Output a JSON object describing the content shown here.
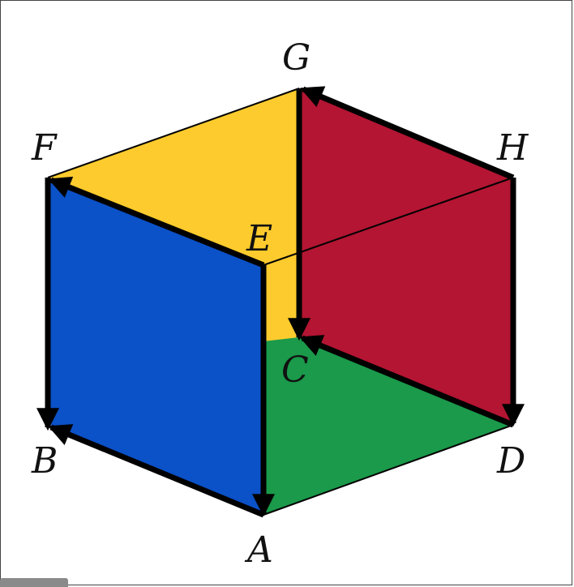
{
  "colors": {
    "face_top": "#fdcb2d",
    "face_front": "#0b51c8",
    "face_right": "#b31532",
    "face_bottom": "#1a9a4a",
    "edge": "#000000"
  },
  "vertex_labels": {
    "A": "A",
    "B": "B",
    "C": "C",
    "D": "D",
    "E": "E",
    "F": "F",
    "G": "G",
    "H": "H"
  }
}
